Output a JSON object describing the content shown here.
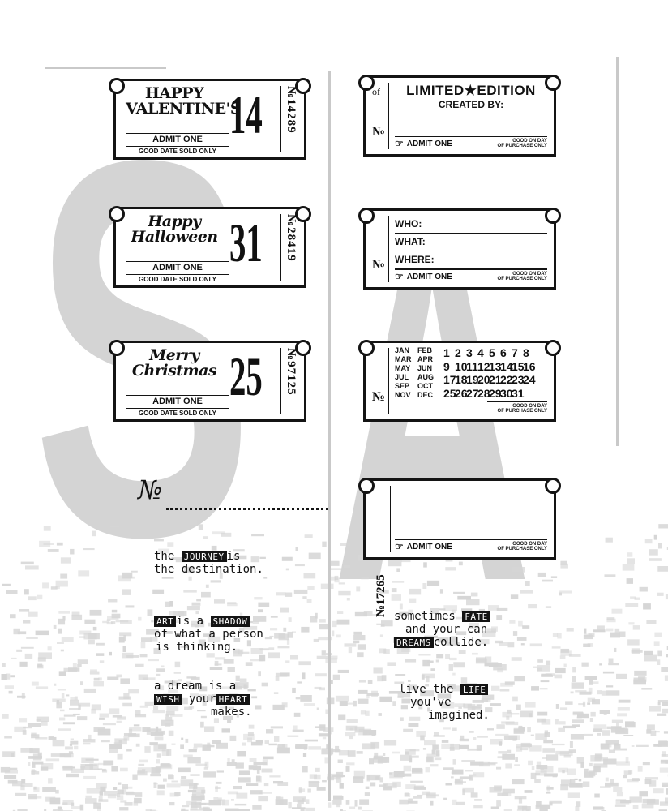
{
  "tickets_left": [
    {
      "title": "HAPPY VALENTINE'S",
      "script": false,
      "number": "14",
      "admit": "ADMIT ONE",
      "fine_print": "GOOD DATE SOLD ONLY",
      "serial": "№14289"
    },
    {
      "title": "Happy Halloween",
      "script": true,
      "number": "31",
      "admit": "ADMIT ONE",
      "fine_print": "GOOD DATE SOLD ONLY",
      "serial": "№28419"
    },
    {
      "title": "Merry Christmas",
      "script": true,
      "number": "25",
      "admit": "ADMIT ONE",
      "fine_print": "GOOD DATE SOLD ONLY",
      "serial": "№97125"
    }
  ],
  "tickets_right": [
    {
      "headline": "LIMITED★EDITION",
      "subline": "CREATED BY:",
      "stub": "№",
      "stub_of": "of",
      "admit": "ADMIT ONE",
      "good1": "GOOD ON DAY",
      "good2": "OF PURCHASE ONLY"
    },
    {
      "lines": [
        "WHO:",
        "WHAT:",
        "WHERE:"
      ],
      "stub": "№",
      "admit": "ADMIT ONE",
      "good1": "GOOD ON DAY",
      "good2": "OF PURCHASE ONLY"
    },
    {
      "months": [
        "JAN",
        "FEB",
        "MAR",
        "APR",
        "MAY",
        "JUN",
        "JUL",
        "AUG",
        "SEP",
        "OCT",
        "NOV",
        "DEC"
      ],
      "days": [
        "1",
        "2",
        "3",
        "4",
        "5",
        "6",
        "7",
        "8",
        "9",
        "10",
        "11",
        "12",
        "13",
        "14",
        "15",
        "16",
        "17",
        "18",
        "19",
        "20",
        "21",
        "22",
        "23",
        "24",
        "25",
        "26",
        "27",
        "28",
        "29",
        "30",
        "31"
      ],
      "stub": "№",
      "admit": "ADMIT ONE",
      "good1": "GOOD ON DAY",
      "good2": "OF PURCHASE ONLY"
    },
    {
      "stub": "№17265",
      "admit": "ADMIT ONE",
      "good1": "GOOD ON DAY",
      "good2": "OF PURCHASE ONLY"
    }
  ],
  "number_line": {
    "mark": "№"
  },
  "quotes": {
    "q1": {
      "a": "the",
      "b": "JOURNEY",
      "c": "is",
      "d": "the",
      "e": "destination."
    },
    "q2": {
      "a": "ART",
      "b": "is a",
      "c": "SHADOW",
      "d": "of what a person",
      "e": "is thinking."
    },
    "q3": {
      "a": "a dream is a",
      "b": "WISH",
      "c": "your",
      "d": "HEART",
      "e": "makes."
    },
    "q4": {
      "a": "sometimes",
      "b": "FATE",
      "c": "and your can",
      "d": "DREAMS",
      "e": "collide."
    },
    "q5": {
      "a": "live the",
      "b": "LIFE",
      "c": "you've",
      "d": "imagined."
    }
  }
}
